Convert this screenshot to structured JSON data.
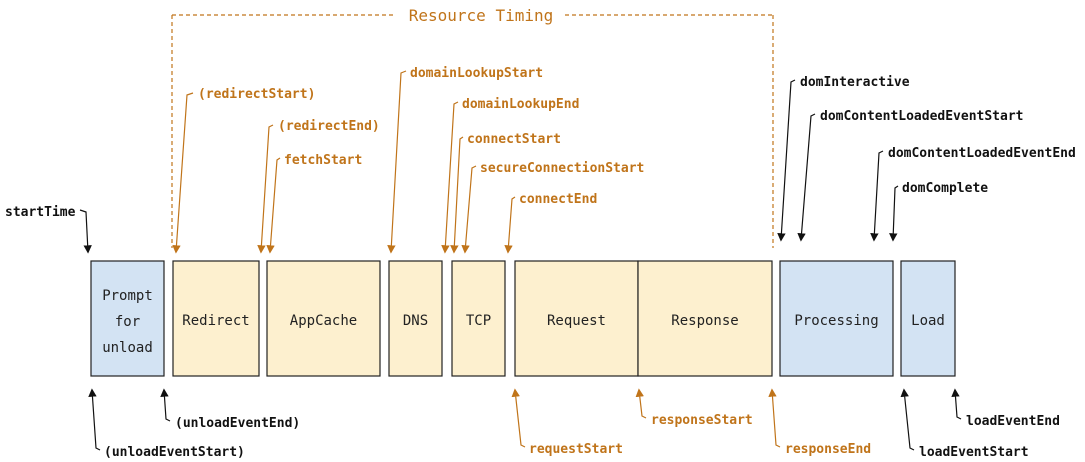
{
  "resource_timing": {
    "title": "Resource Timing"
  },
  "phases": {
    "prompt_unload": [
      "Prompt",
      "for",
      "unload"
    ],
    "redirect": "Redirect",
    "appcache": "AppCache",
    "dns": "DNS",
    "tcp": "TCP",
    "request": "Request",
    "response": "Response",
    "processing": "Processing",
    "load": "Load"
  },
  "top_labels": {
    "start_time": "startTime",
    "redirect_start": "(redirectStart)",
    "redirect_end": "(redirectEnd)",
    "fetch_start": "fetchStart",
    "domain_lookup_start": "domainLookupStart",
    "domain_lookup_end": "domainLookupEnd",
    "connect_start": "connectStart",
    "secure_connection_start": "secureConnectionStart",
    "connect_end": "connectEnd",
    "dom_interactive": "domInteractive",
    "dom_content_loaded_event_start": "domContentLoadedEventStart",
    "dom_content_loaded_event_end": "domContentLoadedEventEnd",
    "dom_complete": "domComplete"
  },
  "bottom_labels": {
    "unload_event_end": "(unloadEventEnd)",
    "unload_event_start": "(unloadEventStart)",
    "request_start": "requestStart",
    "response_start": "responseStart",
    "response_end": "responseEnd",
    "load_event_end": "loadEventEnd",
    "load_event_start": "loadEventStart"
  },
  "colors": {
    "resource_orange": "#c0741a",
    "resource_fill": "#fdf0cf",
    "document_fill": "#d3e3f3",
    "black": "#111111"
  }
}
